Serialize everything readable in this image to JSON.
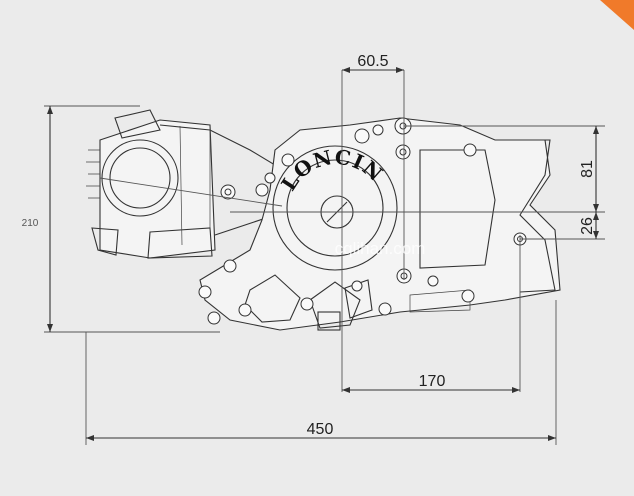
{
  "brand": "LONCIN",
  "watermark": "cqlihan.com",
  "dimensions": {
    "top_offset": "60.5",
    "right_upper": "81",
    "right_lower": "26",
    "left_height": "210",
    "lower_span": "170",
    "overall_length": "450"
  },
  "colors": {
    "background": "#ebebeb",
    "line": "#333333",
    "corner_accent": "#f07a2a"
  }
}
